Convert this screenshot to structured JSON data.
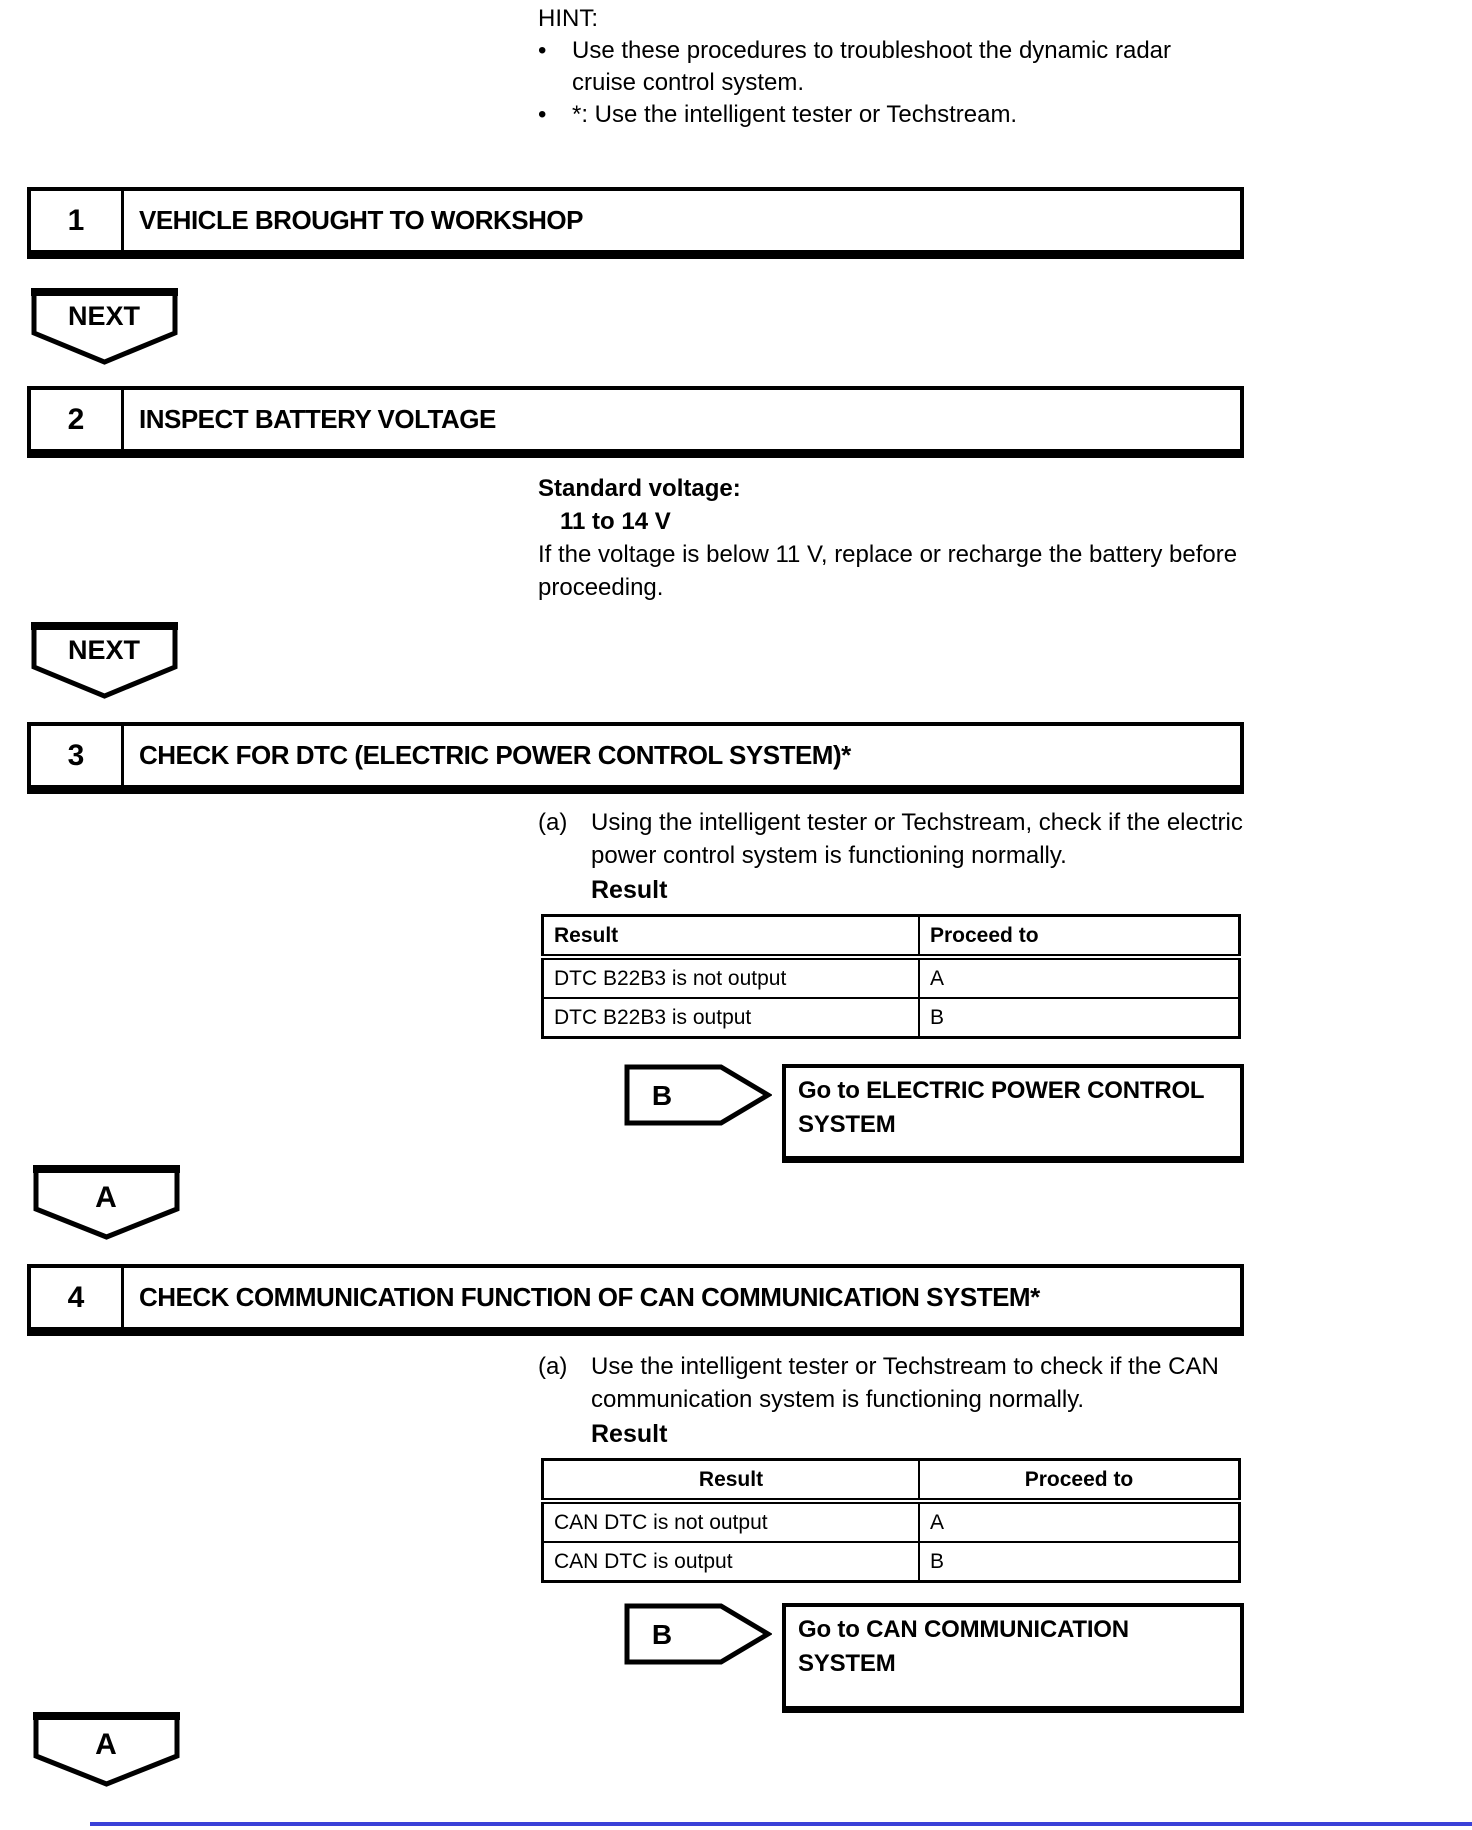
{
  "hint": {
    "label": "HINT:",
    "bullet_char": "•",
    "bullets": [
      "Use these procedures to troubleshoot the dynamic radar cruise control system.",
      "*: Use the intelligent tester or Techstream."
    ]
  },
  "flow": {
    "next_label": "NEXT"
  },
  "steps": [
    {
      "number": "1",
      "title": "VEHICLE BROUGHT TO WORKSHOP"
    },
    {
      "number": "2",
      "title": "INSPECT BATTERY VOLTAGE"
    },
    {
      "number": "3",
      "title": "CHECK FOR DTC (ELECTRIC POWER CONTROL SYSTEM)*"
    },
    {
      "number": "4",
      "title": "CHECK COMMUNICATION FUNCTION OF CAN COMMUNICATION SYSTEM*"
    }
  ],
  "step2_detail": {
    "spec_label": "Standard voltage:",
    "spec_value": "11 to 14 V",
    "note": "If the voltage is below 11 V, replace or recharge the battery before proceeding."
  },
  "step3_detail": {
    "item_label": "(a)",
    "instruction": "Using the intelligent tester or Techstream, check if the electric power control system is functioning normally.",
    "result_heading": "Result",
    "table": {
      "headers": [
        "Result",
        "Proceed to"
      ],
      "rows": [
        [
          "DTC B22B3 is not output",
          "A"
        ],
        [
          "DTC B22B3 is output",
          "B"
        ]
      ]
    },
    "branch_label": "B",
    "branch_action": "Go to ELECTRIC POWER CONTROL SYSTEM",
    "continue_label": "A"
  },
  "step4_detail": {
    "item_label": "(a)",
    "instruction": "Use the intelligent tester or Techstream to check if the CAN communication system is functioning normally.",
    "result_heading": "Result",
    "table": {
      "headers": [
        "Result",
        "Proceed to"
      ],
      "rows": [
        [
          "CAN DTC is not output",
          "A"
        ],
        [
          "CAN DTC is output",
          "B"
        ]
      ]
    },
    "branch_label": "B",
    "branch_action": "Go to CAN COMMUNICATION SYSTEM",
    "continue_label": "A"
  },
  "colors": {
    "footer_rule": "#3a41d8"
  }
}
